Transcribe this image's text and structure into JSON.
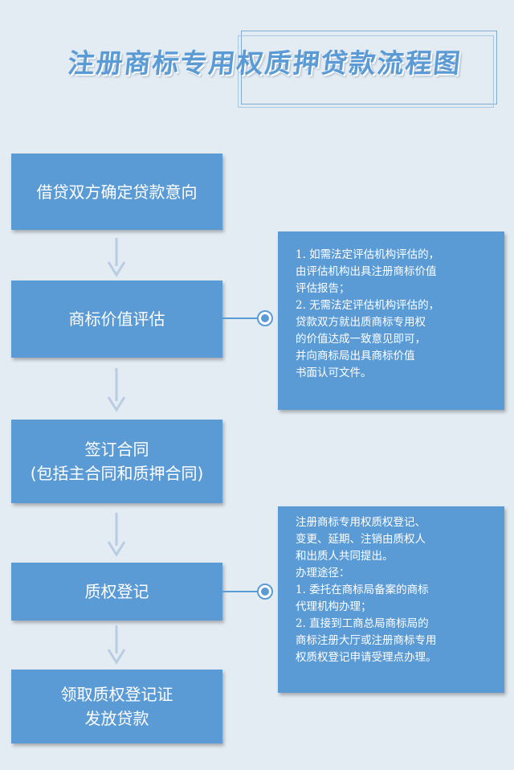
{
  "title": "注册商标专用权质押贷款流程图",
  "steps": [
    {
      "lines": [
        "借贷双方确定贷款意向"
      ]
    },
    {
      "lines": [
        "商标价值评估"
      ]
    },
    {
      "lines": [
        "签订合同",
        "(包括主合同和质押合同)"
      ]
    },
    {
      "lines": [
        "质权登记"
      ]
    },
    {
      "lines": [
        "领取质权登记证",
        "发放贷款"
      ]
    }
  ],
  "notes": [
    {
      "lines": [
        "1. 如需法定评估机构评估的，",
        "由评估机构出具注册商标价值",
        "评估报告；",
        "2. 无需法定评估机构评估的，",
        "贷款双方就出质商标专用权",
        "的价值达成一致意见即可，",
        "并向商标局出具商标价值",
        "书面认可文件。"
      ]
    },
    {
      "lines": [
        "注册商标专用权质权登记、",
        "变更、延期、注销由质权人",
        "和出质人共同提出。",
        "办理途径：",
        "1. 委托在商标局备案的商标",
        "代理机构办理；",
        "2. 直接到工商总局商标局的",
        "商标注册大厅或注册商标专用",
        "权质权登记申请受理点办理。"
      ]
    }
  ],
  "colors": {
    "background": "#e4ecf3",
    "box_fill": "#5b9bd5",
    "title": "#5b9bd5",
    "arrow": "#b9cde2"
  }
}
